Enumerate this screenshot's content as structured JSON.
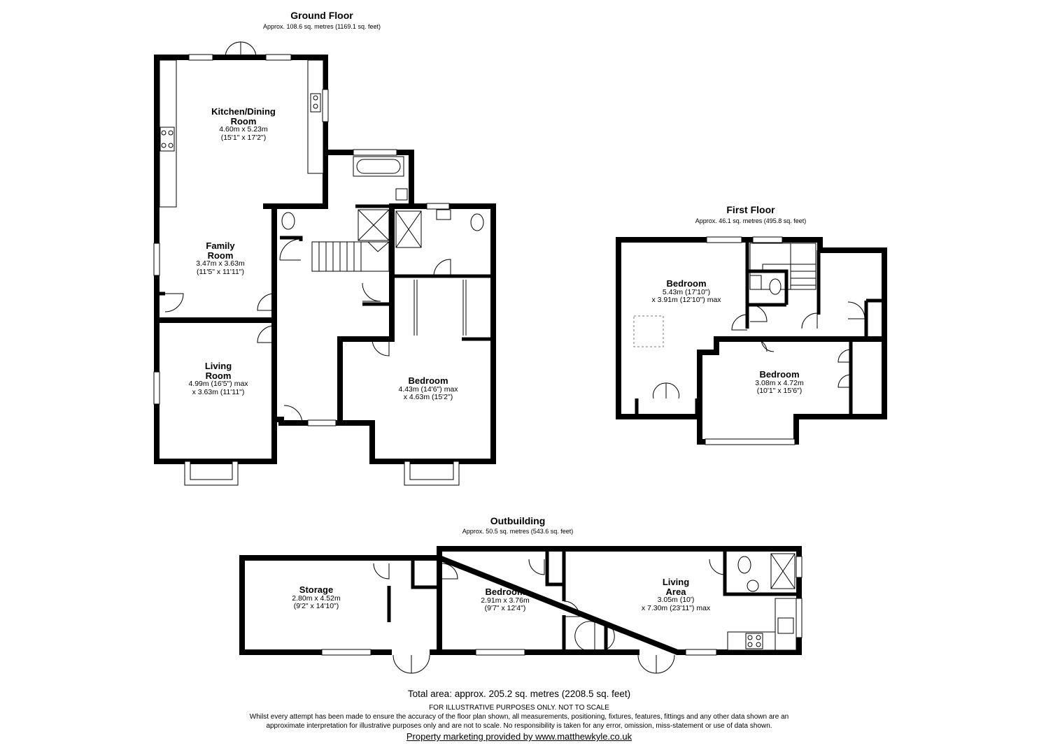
{
  "floors": {
    "ground": {
      "title": "Ground Floor",
      "area": "Approx. 108.6 sq. metres (1169.1 sq. feet)",
      "rooms": {
        "kitchen": {
          "name": "Kitchen/Dining\nRoom",
          "dims": "4.60m x 5.23m\n(15'1\" x 17'2\")"
        },
        "family": {
          "name": "Family\nRoom",
          "dims": "3.47m x 3.63m\n(11'5\" x 11'11\")"
        },
        "living": {
          "name": "Living\nRoom",
          "dims": "4.99m (16'5\") max\nx 3.63m (11'11\")"
        },
        "bedroom": {
          "name": "Bedroom",
          "dims": "4.43m (14'6\") max\nx 4.63m (15'2\")"
        }
      }
    },
    "first": {
      "title": "First Floor",
      "area": "Approx. 46.1 sq. metres (495.8 sq. feet)",
      "rooms": {
        "bedroom1": {
          "name": "Bedroom",
          "dims": "5.43m (17'10\")\nx 3.91m (12'10\") max"
        },
        "bedroom2": {
          "name": "Bedroom",
          "dims": "3.08m x 4.72m\n(10'1\" x 15'6\")"
        }
      }
    },
    "outbuilding": {
      "title": "Outbuilding",
      "area": "Approx. 50.5 sq. metres (543.6 sq. feet)",
      "rooms": {
        "storage": {
          "name": "Storage",
          "dims": "2.80m x 4.52m\n(9'2\" x 14'10\")"
        },
        "bedroom": {
          "name": "Bedroom",
          "dims": "2.91m x 3.76m\n(9'7\" x 12'4\")"
        },
        "living": {
          "name": "Living\nArea",
          "dims": "3.05m (10')\nx 7.30m (23'11\") max"
        }
      }
    }
  },
  "footer": {
    "total": "Total area: approx. 205.2 sq. metres (2208.5 sq. feet)",
    "illustrative": "FOR ILLUSTRATIVE PURPOSES ONLY. NOT TO SCALE",
    "disclaimer_1": "Whilst every attempt has been made to ensure the accuracy of the floor plan shown, all measurements, positioning, fixtures, features, fittings and any other data shown are an",
    "disclaimer_2": "approximate interpretation for illustrative purposes only and are not to scale. No responsibility is taken for any error, omission, miss-statement or use of data shown.",
    "credit": "Property marketing provided by www.matthewkyle.co.uk"
  }
}
